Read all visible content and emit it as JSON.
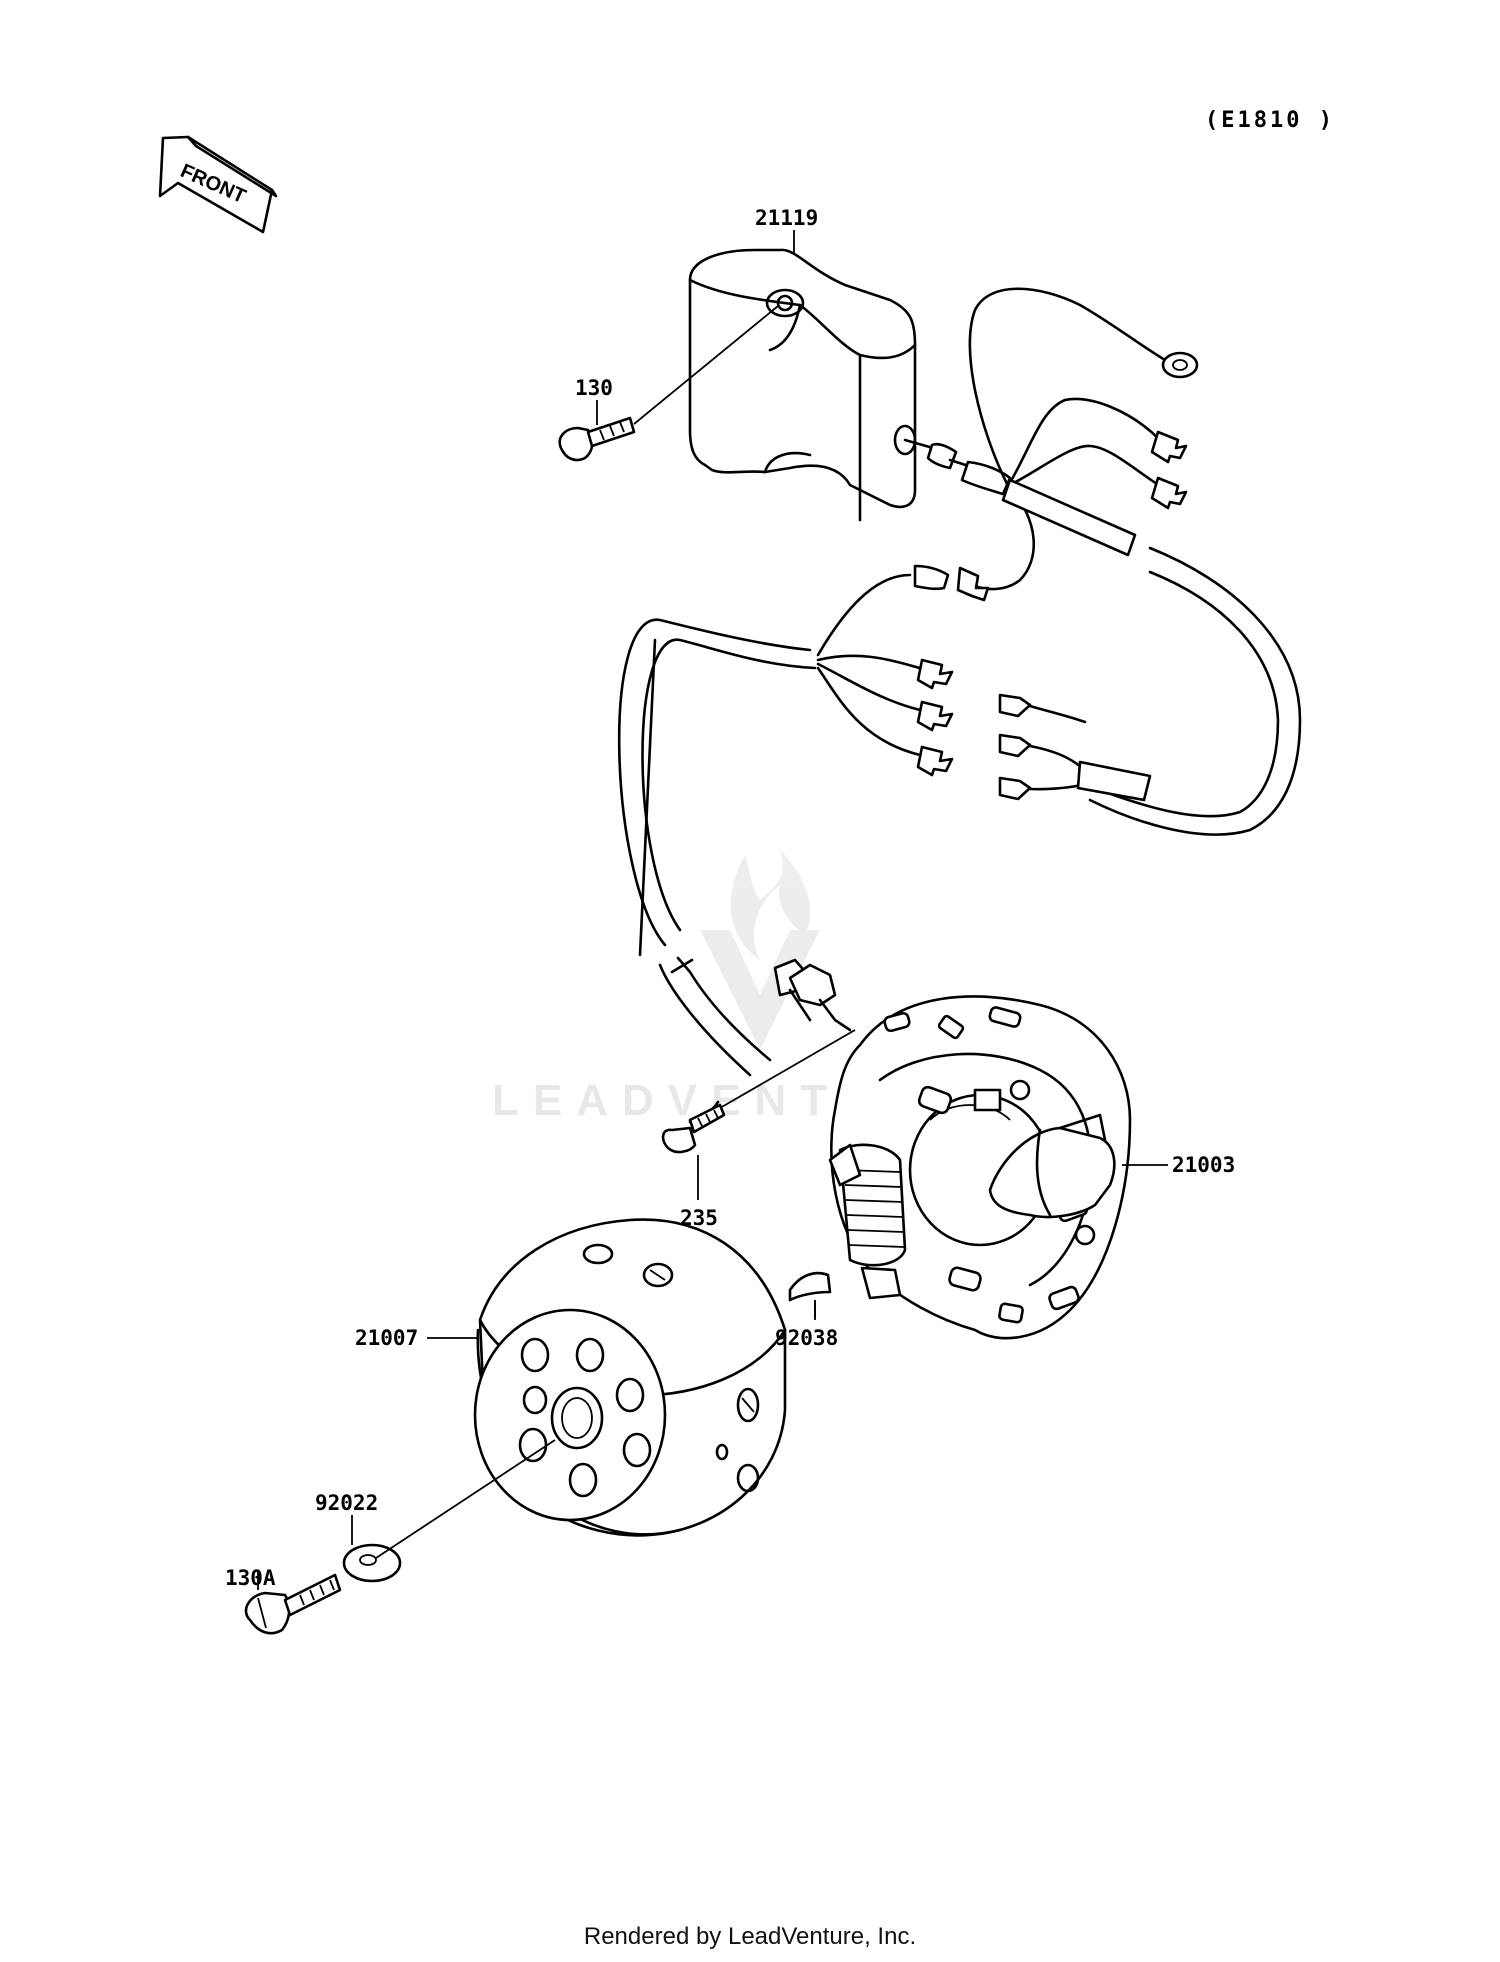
{
  "diagram_code": "(E1810 )",
  "front_label": "FRONT",
  "watermark": "LEADVENTURE",
  "footer": "Rendered by LeadVenture, Inc.",
  "callouts": {
    "c21119": "21119",
    "c130": "130",
    "c21003": "21003",
    "c235": "235",
    "c21007": "21007",
    "c92038": "92038",
    "c92022": "92022",
    "c130A": "130A"
  }
}
